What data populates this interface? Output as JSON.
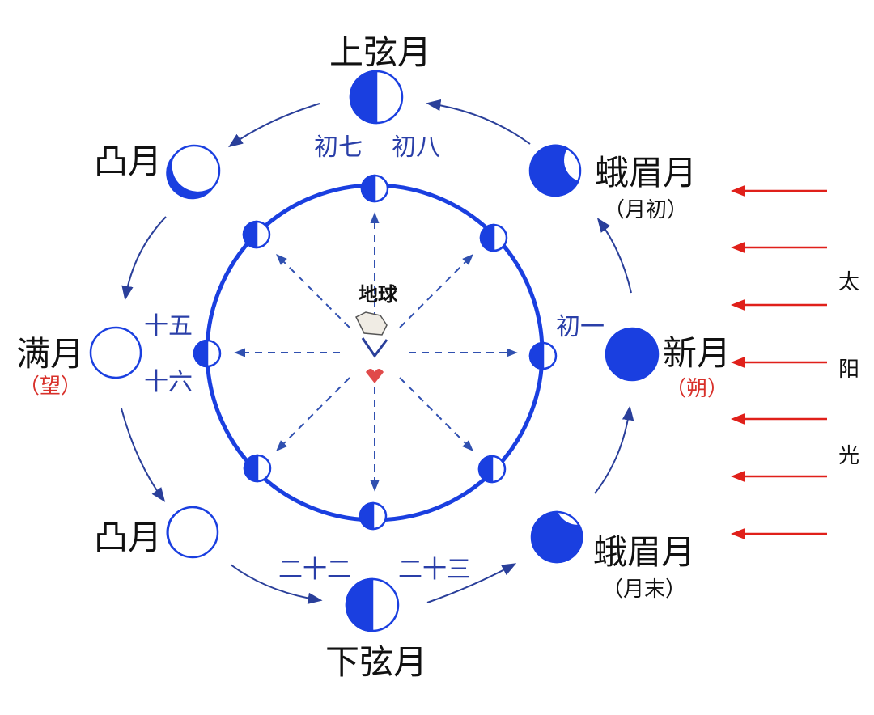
{
  "colors": {
    "moon_blue": "#1a3fe0",
    "orbit_blue": "#1a3fe0",
    "date_blue": "#2a3fa8",
    "arrow_blue": "#2a3f9a",
    "sun_red": "#e0201a",
    "label_red": "#d8302a"
  },
  "phases": {
    "first_quarter": {
      "name": "上弦月"
    },
    "gibbous_top": {
      "name": "凸月"
    },
    "full": {
      "name": "满月",
      "note": "（望）"
    },
    "gibbous_bottom": {
      "name": "凸月"
    },
    "last_quarter": {
      "name": "下弦月"
    },
    "crescent_end": {
      "name": "蛾眉月",
      "note": "（月末）"
    },
    "new": {
      "name": "新月",
      "note": "（朔）"
    },
    "crescent_start": {
      "name": "蛾眉月",
      "note": "（月初）"
    }
  },
  "dates": {
    "top_left": "初七",
    "top_right": "初八",
    "left_upper": "十五",
    "left_lower": "十六",
    "right": "初一",
    "bottom_left": "二十二",
    "bottom_right": "二十三"
  },
  "earth_label": "地球",
  "sunlight": {
    "chars": [
      "太",
      "阳",
      "光"
    ]
  }
}
